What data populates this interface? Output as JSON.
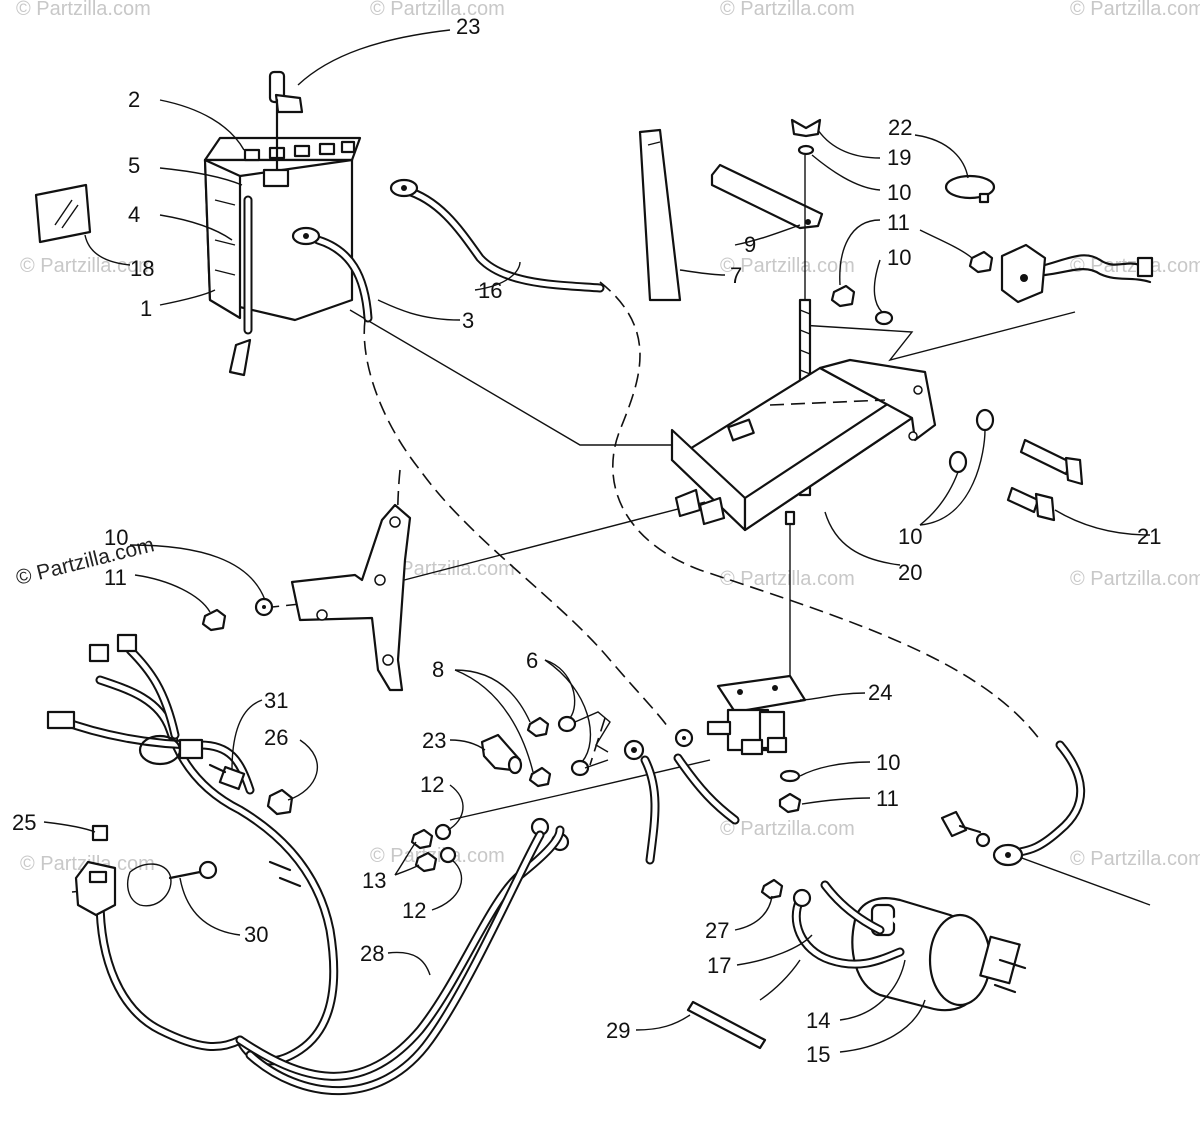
{
  "watermark": {
    "text": "© Partzilla.com",
    "top_left": "© Partzilla.com",
    "top_right": "© Partzilla.com"
  },
  "callouts": [
    {
      "num": "23"
    },
    {
      "num": "2"
    },
    {
      "num": "5"
    },
    {
      "num": "4"
    },
    {
      "num": "18"
    },
    {
      "num": "1"
    },
    {
      "num": "16"
    },
    {
      "num": "3"
    },
    {
      "num": "7"
    },
    {
      "num": "9"
    },
    {
      "num": "19"
    },
    {
      "num": "10"
    },
    {
      "num": "22"
    },
    {
      "num": "11"
    },
    {
      "num": "10"
    },
    {
      "num": "10"
    },
    {
      "num": "21"
    },
    {
      "num": "20"
    },
    {
      "num": "10"
    },
    {
      "num": "11"
    },
    {
      "num": "31"
    },
    {
      "num": "26"
    },
    {
      "num": "8"
    },
    {
      "num": "6"
    },
    {
      "num": "23"
    },
    {
      "num": "24"
    },
    {
      "num": "12"
    },
    {
      "num": "10"
    },
    {
      "num": "11"
    },
    {
      "num": "25"
    },
    {
      "num": "13"
    },
    {
      "num": "12"
    },
    {
      "num": "30"
    },
    {
      "num": "28"
    },
    {
      "num": "27"
    },
    {
      "num": "17"
    },
    {
      "num": "29"
    },
    {
      "num": "14"
    },
    {
      "num": "15"
    }
  ],
  "palette": {
    "ink": "#111111",
    "paper": "#ffffff",
    "watermark": "#c8c8c8"
  }
}
